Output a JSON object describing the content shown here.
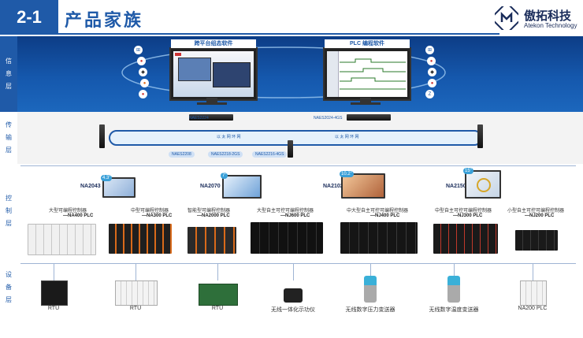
{
  "header": {
    "section_no": "2-1",
    "title": "产品家族",
    "brand_cn": "傲拓科技",
    "brand_en": "Atekon Technology"
  },
  "layers": [
    {
      "label": "信息层",
      "chars": [
        "信",
        "息",
        "层"
      ]
    },
    {
      "label": "传输层",
      "chars": [
        "传",
        "输",
        "层"
      ]
    },
    {
      "label": "控制层",
      "chars": [
        "控",
        "制",
        "层"
      ]
    },
    {
      "label": "设备层",
      "chars": [
        "设",
        "备",
        "层"
      ]
    }
  ],
  "info_layer": {
    "left_monitor_title": "跨平台组态软件",
    "right_monitor_title": "PLC 编程软件"
  },
  "transmission_layer": {
    "switch_left_label": "NAES2224",
    "switch_right_label": "NAES2024-4GS",
    "ring_left_text": "以 太 网 环 网",
    "ring_right_text": "以 太 网 环 网",
    "small_labels": [
      "NAES2208",
      "NAES2218-2GS",
      "NAES2216-4GS"
    ]
  },
  "control_layer": {
    "hmis": [
      {
        "model": "NA2043",
        "size": "4.3\""
      },
      {
        "model": "NA2070",
        "size": "7\""
      },
      {
        "model": "NA2102",
        "size": "10.2\""
      },
      {
        "model": "NA2150",
        "size": "15\""
      }
    ],
    "plcs": [
      {
        "line1": "大型可编程控制器",
        "line2": "—NA400 PLC"
      },
      {
        "line1": "中型可编程控制器",
        "line2": "—NA300 PLC"
      },
      {
        "line1": "智能型可编程控制器",
        "line2": "—NA2000 PLC"
      },
      {
        "line1": "大型自主可控可编程控制器",
        "line2": "—NJ600 PLC"
      },
      {
        "line1": "中大型自主可控可编程控制器",
        "line2": "—NJ400 PLC"
      },
      {
        "line1": "中型自主可控可编程控制器",
        "line2": "—NJ300 PLC"
      },
      {
        "line1": "小型自主可控可编程控制器",
        "line2": "—NJ200 PLC"
      }
    ]
  },
  "device_layer": {
    "devices": [
      {
        "label": "RTU"
      },
      {
        "label": "RTU"
      },
      {
        "label": "RTU"
      },
      {
        "label": "无线一体化示功仪"
      },
      {
        "label": "无线数字压力变送器"
      },
      {
        "label": "无线数字温度变送器"
      },
      {
        "label": "NA200 PLC"
      }
    ]
  },
  "colors": {
    "brand_blue": "#1f5aa8",
    "dark_navy": "#0d3d86",
    "accent_cyan": "#3aa0d8"
  }
}
